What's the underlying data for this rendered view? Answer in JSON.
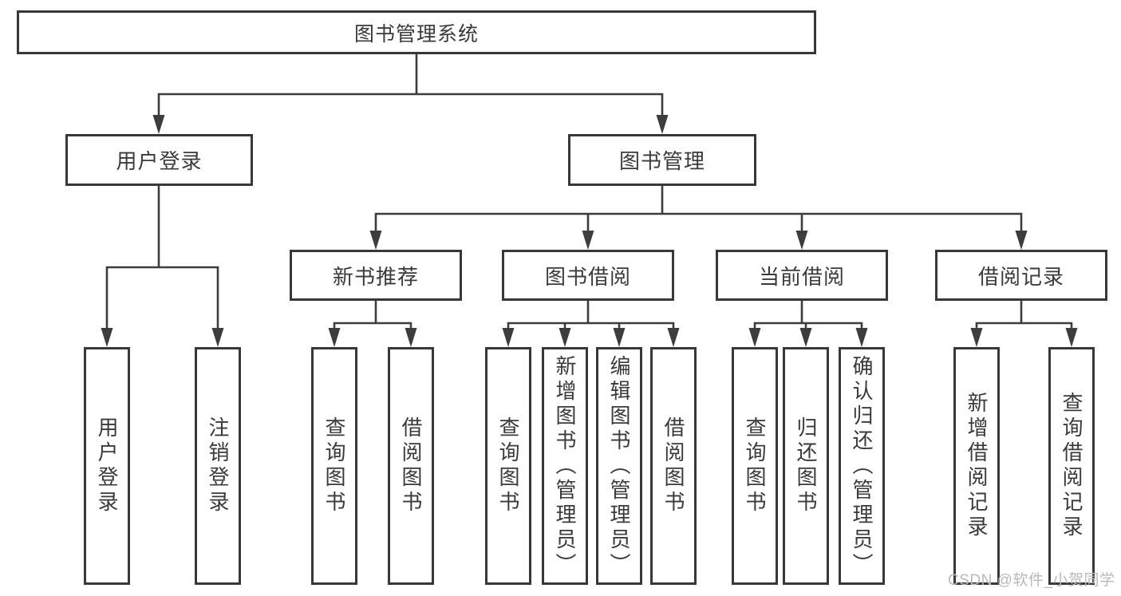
{
  "diagram": {
    "root": {
      "label": "图书管理系统"
    },
    "level2": [
      {
        "label": "用户登录"
      },
      {
        "label": "图书管理"
      }
    ],
    "level3": [
      {
        "label": "新书推荐"
      },
      {
        "label": "图书借阅"
      },
      {
        "label": "当前借阅"
      },
      {
        "label": "借阅记录"
      }
    ],
    "leaf_groups": [
      {
        "parent": "用户登录",
        "items": [
          "用户登录",
          "注销登录"
        ]
      },
      {
        "parent": "新书推荐",
        "items": [
          "查询图书",
          "借阅图书"
        ]
      },
      {
        "parent": "图书借阅",
        "items": [
          "查询图书",
          "新增图书（管理员）",
          "编辑图书（管理员）",
          "借阅图书"
        ]
      },
      {
        "parent": "当前借阅",
        "items": [
          "查询图书",
          "归还图书",
          "确认归还（管理员）"
        ]
      },
      {
        "parent": "借阅记录",
        "items": [
          "新增借阅记录",
          "查询借阅记录"
        ]
      }
    ]
  },
  "watermark": {
    "text": "CSDN @软件_小贺同学"
  },
  "colors": {
    "line": "#3d3d3d",
    "border": "#383838",
    "text": "#3a3a3a",
    "watermark": "#b9b9b9",
    "background": "#ffffff"
  }
}
